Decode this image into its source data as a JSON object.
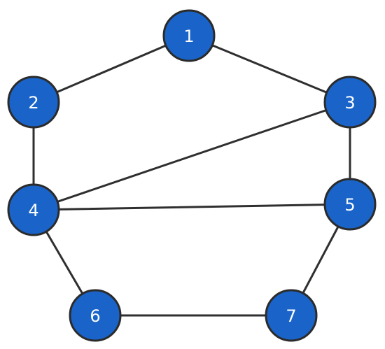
{
  "graph": {
    "node_color": "#1a64c9",
    "nodes": [
      {
        "id": "1",
        "label": "1"
      },
      {
        "id": "2",
        "label": "2"
      },
      {
        "id": "3",
        "label": "3"
      },
      {
        "id": "4",
        "label": "4"
      },
      {
        "id": "5",
        "label": "5"
      },
      {
        "id": "6",
        "label": "6"
      },
      {
        "id": "7",
        "label": "7"
      }
    ],
    "edges": [
      [
        "1",
        "2"
      ],
      [
        "1",
        "3"
      ],
      [
        "2",
        "4"
      ],
      [
        "3",
        "4"
      ],
      [
        "3",
        "5"
      ],
      [
        "4",
        "5"
      ],
      [
        "4",
        "6"
      ],
      [
        "6",
        "7"
      ],
      [
        "5",
        "7"
      ]
    ]
  }
}
